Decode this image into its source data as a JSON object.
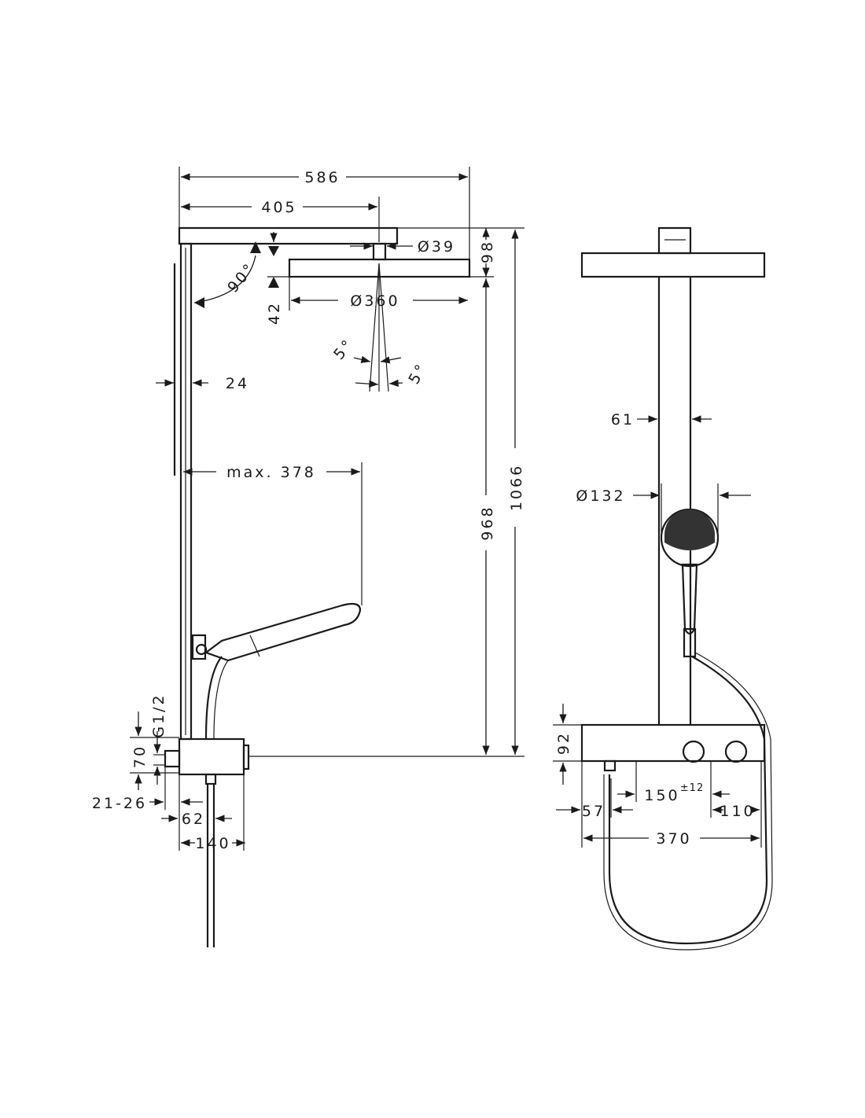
{
  "title": "Shower system dimension drawing",
  "side_view": {
    "width_total": "586",
    "arm_length": "405",
    "connector_diameter": "Ø39",
    "head_height": "98",
    "angle": "90°",
    "head_offset": "42",
    "head_diameter": "Ø360",
    "tilt_left": "5°",
    "tilt_right": "5°",
    "rail_depth": "24",
    "hand_shower_reach": "max. 378",
    "height_to_head": "968",
    "height_total": "1066",
    "thread": "G1/2",
    "inlet_height": "70",
    "inlet_range": "21-26",
    "mixer_offset": "62",
    "mixer_depth": "140"
  },
  "front_view": {
    "column_width": "61",
    "hand_shower_diameter": "Ø132",
    "mixer_height": "92",
    "inlet_spacing": "150",
    "inlet_tolerance": "±12",
    "outlet_offset": "57",
    "side_offset": "110",
    "mixer_width": "370"
  }
}
